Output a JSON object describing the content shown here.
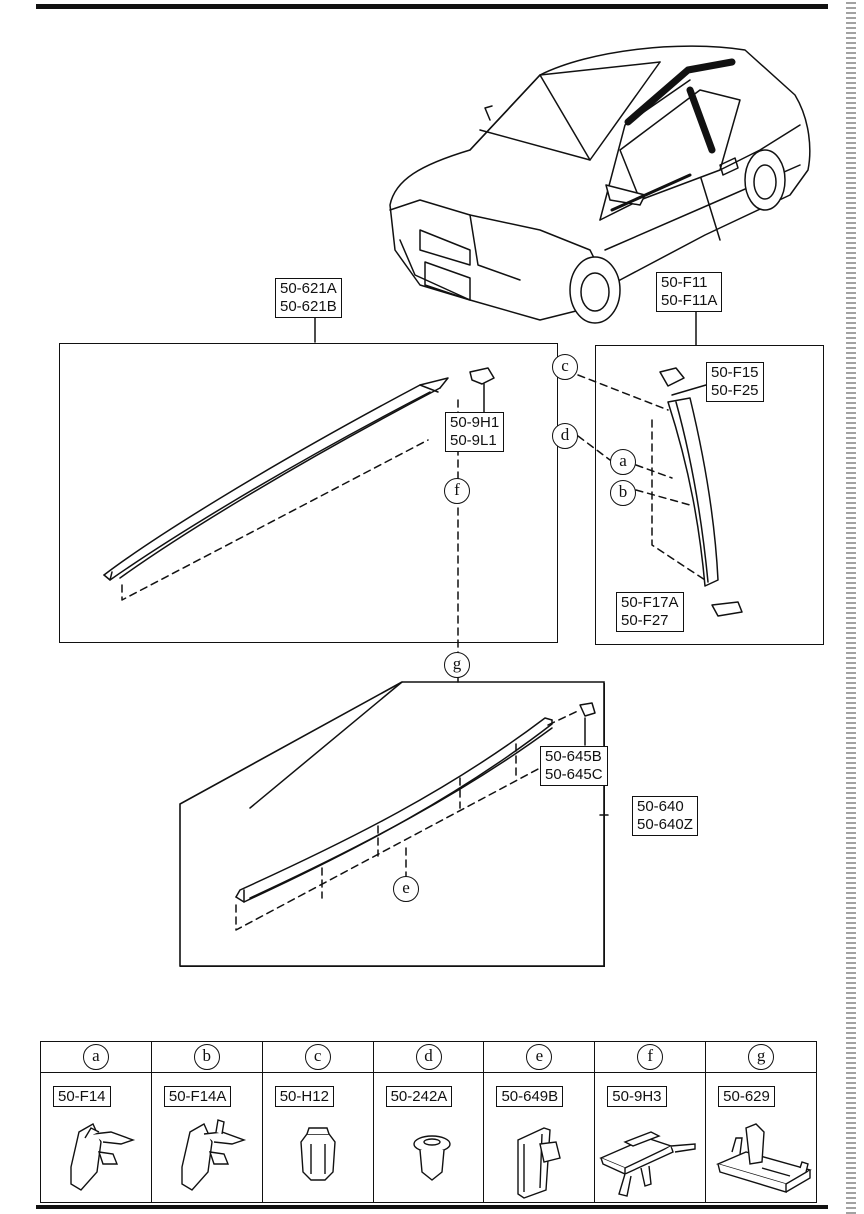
{
  "callouts": {
    "roof_molding": [
      "50-621A",
      "50-621B"
    ],
    "roof_end_clip": [
      "50-9H1",
      "50-9L1"
    ],
    "pillar_garnish": [
      "50-F11",
      "50-F11A"
    ],
    "pillar_upper_cap": [
      "50-F15",
      "50-F25"
    ],
    "pillar_lower_cap": [
      "50-F17A",
      "50-F27"
    ],
    "belt_end_clip": [
      "50-645B",
      "50-645C"
    ],
    "belt_molding": [
      "50-640",
      "50-640Z"
    ]
  },
  "markers": {
    "a": "a",
    "b": "b",
    "c": "c",
    "d": "d",
    "e": "e",
    "f": "f",
    "g": "g"
  },
  "fasteners": [
    {
      "key": "a",
      "part": "50-F14"
    },
    {
      "key": "b",
      "part": "50-F14A"
    },
    {
      "key": "c",
      "part": "50-H12"
    },
    {
      "key": "d",
      "part": "50-242A"
    },
    {
      "key": "e",
      "part": "50-649B"
    },
    {
      "key": "f",
      "part": "50-9H3"
    },
    {
      "key": "g",
      "part": "50-629"
    }
  ]
}
